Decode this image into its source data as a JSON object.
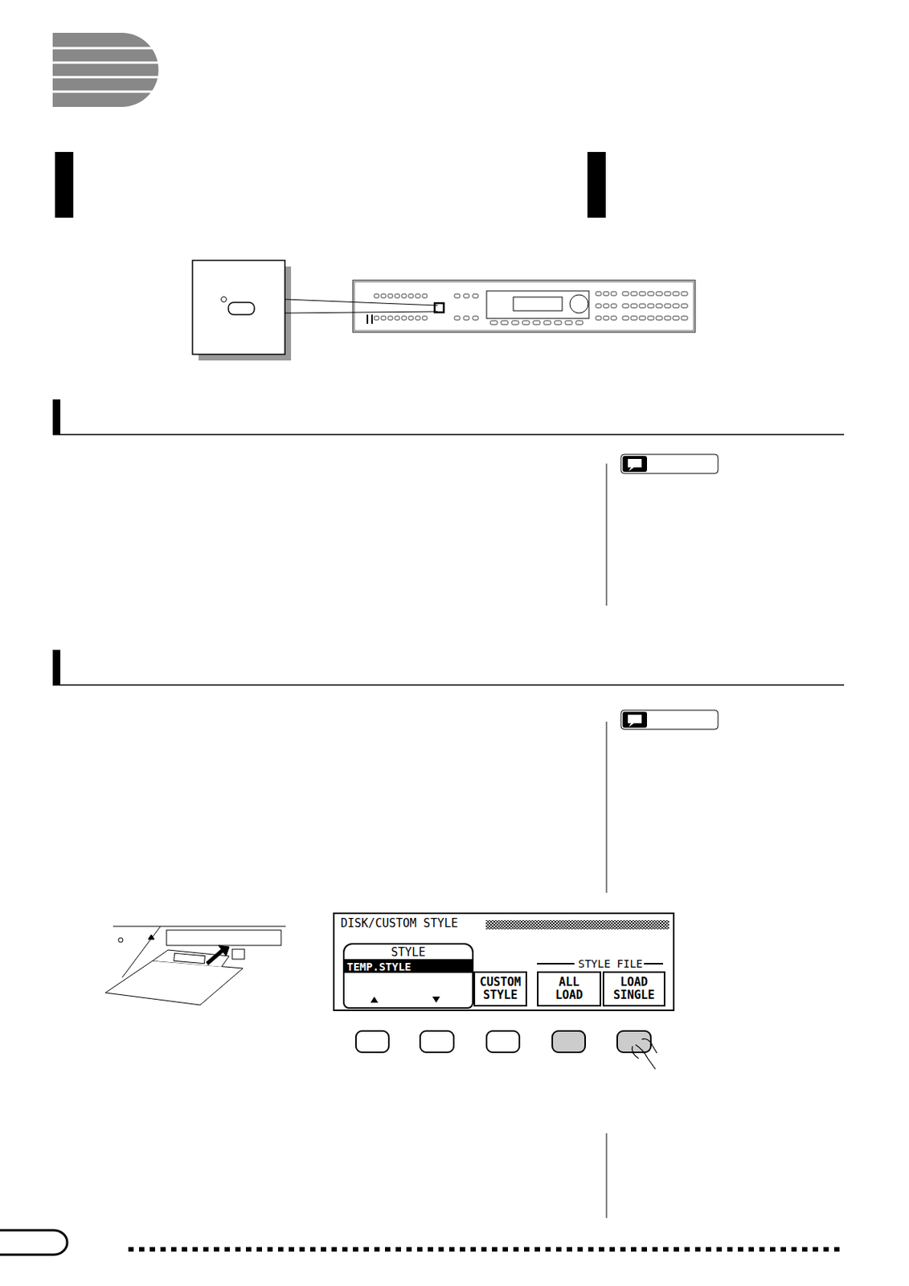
{
  "diagram": {
    "nodes": [
      {
        "text": [
          "DISK/CUSTOM STYLE"
        ]
      },
      {
        "text": [
          "STYLE",
          "TEMP.STYLE"
        ],
        "in": 0
      },
      {
        "text": [
          "CUSTOM STYLE"
        ],
        "in": 0
      },
      {
        "text": [
          "ALL LOAD"
        ],
        "in": 0
      },
      {
        "text": [
          "LOAD SINGLE"
        ],
        "in": 0
      }
    ],
    "labels": [
      "STYLE FILE"
    ]
  }
}
